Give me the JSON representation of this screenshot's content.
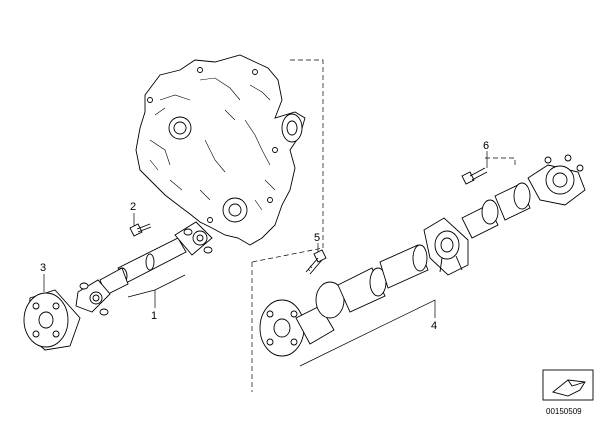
{
  "callouts": {
    "c1": "1",
    "c2": "2",
    "c3": "3",
    "c4": "4",
    "c5": "5",
    "c6": "6"
  },
  "footer": {
    "doc_number": "00150509"
  },
  "icons": {
    "stamp": "part-stamp-icon"
  }
}
